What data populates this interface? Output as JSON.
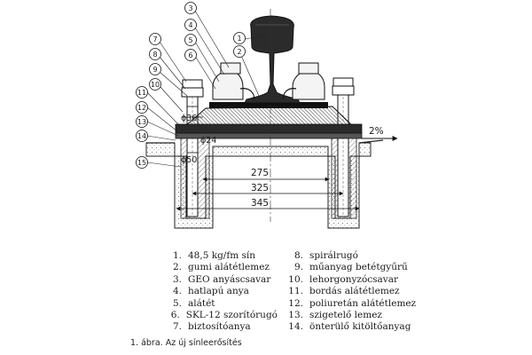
{
  "figure": {
    "callouts": [
      "1",
      "2",
      "3",
      "4",
      "5",
      "6",
      "7",
      "8",
      "9",
      "10",
      "11",
      "12",
      "13",
      "14",
      "15"
    ],
    "dimensions": {
      "phi36": "ϕ36",
      "phi24": "ϕ24",
      "phi50": "ϕ50",
      "d275": "275",
      "d325": "325",
      "d345": "345"
    },
    "slope": "2%"
  },
  "legend": {
    "left": [
      {
        "num": "1.",
        "text": "48,5 kg/fm sín"
      },
      {
        "num": "2.",
        "text": "gumi alátétlemez"
      },
      {
        "num": "3.",
        "text": "GEO anyáscsavar"
      },
      {
        "num": "4.",
        "text": "hatlapú anya"
      },
      {
        "num": "5.",
        "text": "alátét"
      },
      {
        "num": "6.",
        "text": "SKL-12 szorítórugó"
      },
      {
        "num": "7.",
        "text": "biztosítóanya"
      }
    ],
    "right": [
      {
        "num": "8.",
        "text": "spirálrugó"
      },
      {
        "num": "9.",
        "text": "műanyag betétgyűrű"
      },
      {
        "num": "10.",
        "text": "lehorgonyzócsavar"
      },
      {
        "num": "11.",
        "text": "bordás alátétlemez"
      },
      {
        "num": "12.",
        "text": "poliuretán alátétlemez"
      },
      {
        "num": "13.",
        "text": "szigetelő lemez"
      },
      {
        "num": "14.",
        "text": "önterülő kitöltőanyag"
      }
    ]
  },
  "caption": "1. ábra. Az új sínleerősítés"
}
